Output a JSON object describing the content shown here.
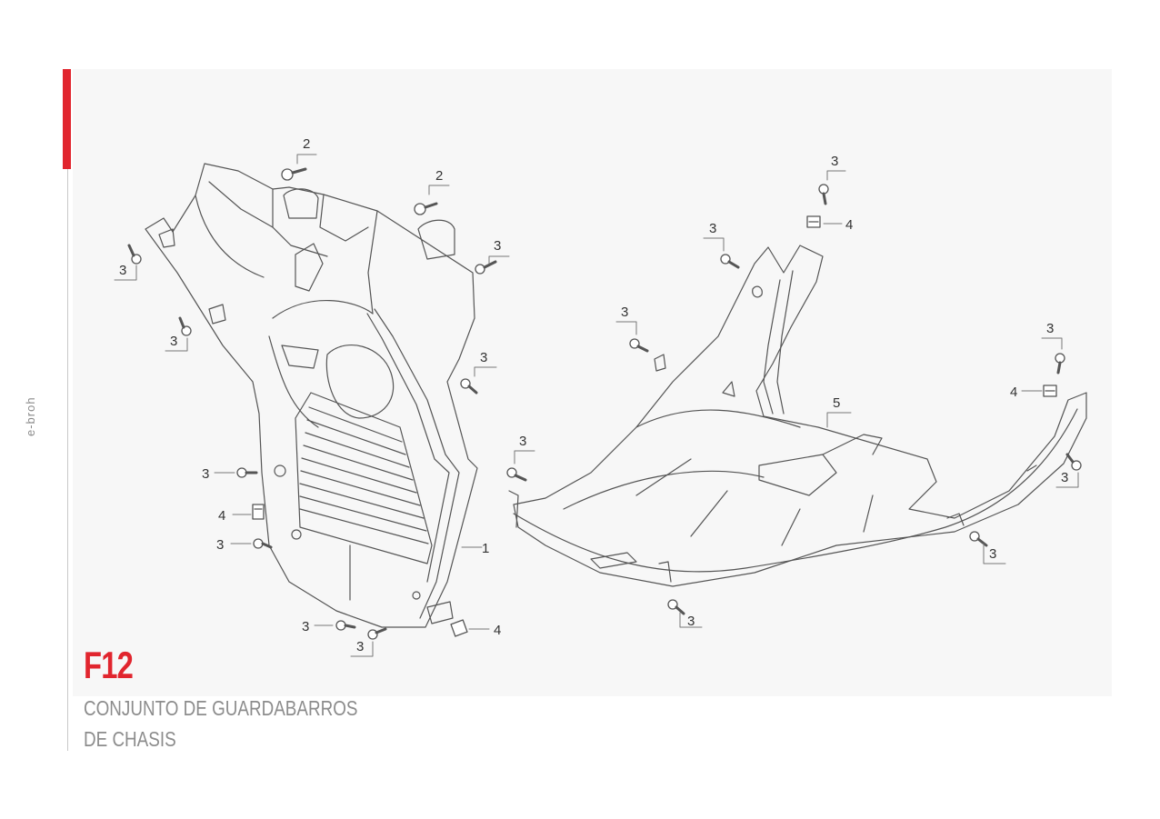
{
  "brand": "e-broh",
  "code": "F12",
  "title_line1": "CONJUNTO DE GUARDABARROS",
  "title_line2": "DE CHASIS",
  "accent_color": "#e1252e",
  "callouts": {
    "front_fender": "1",
    "bolt": "2",
    "screw": "3",
    "clip_nut": "4",
    "floor_panel": "5"
  }
}
